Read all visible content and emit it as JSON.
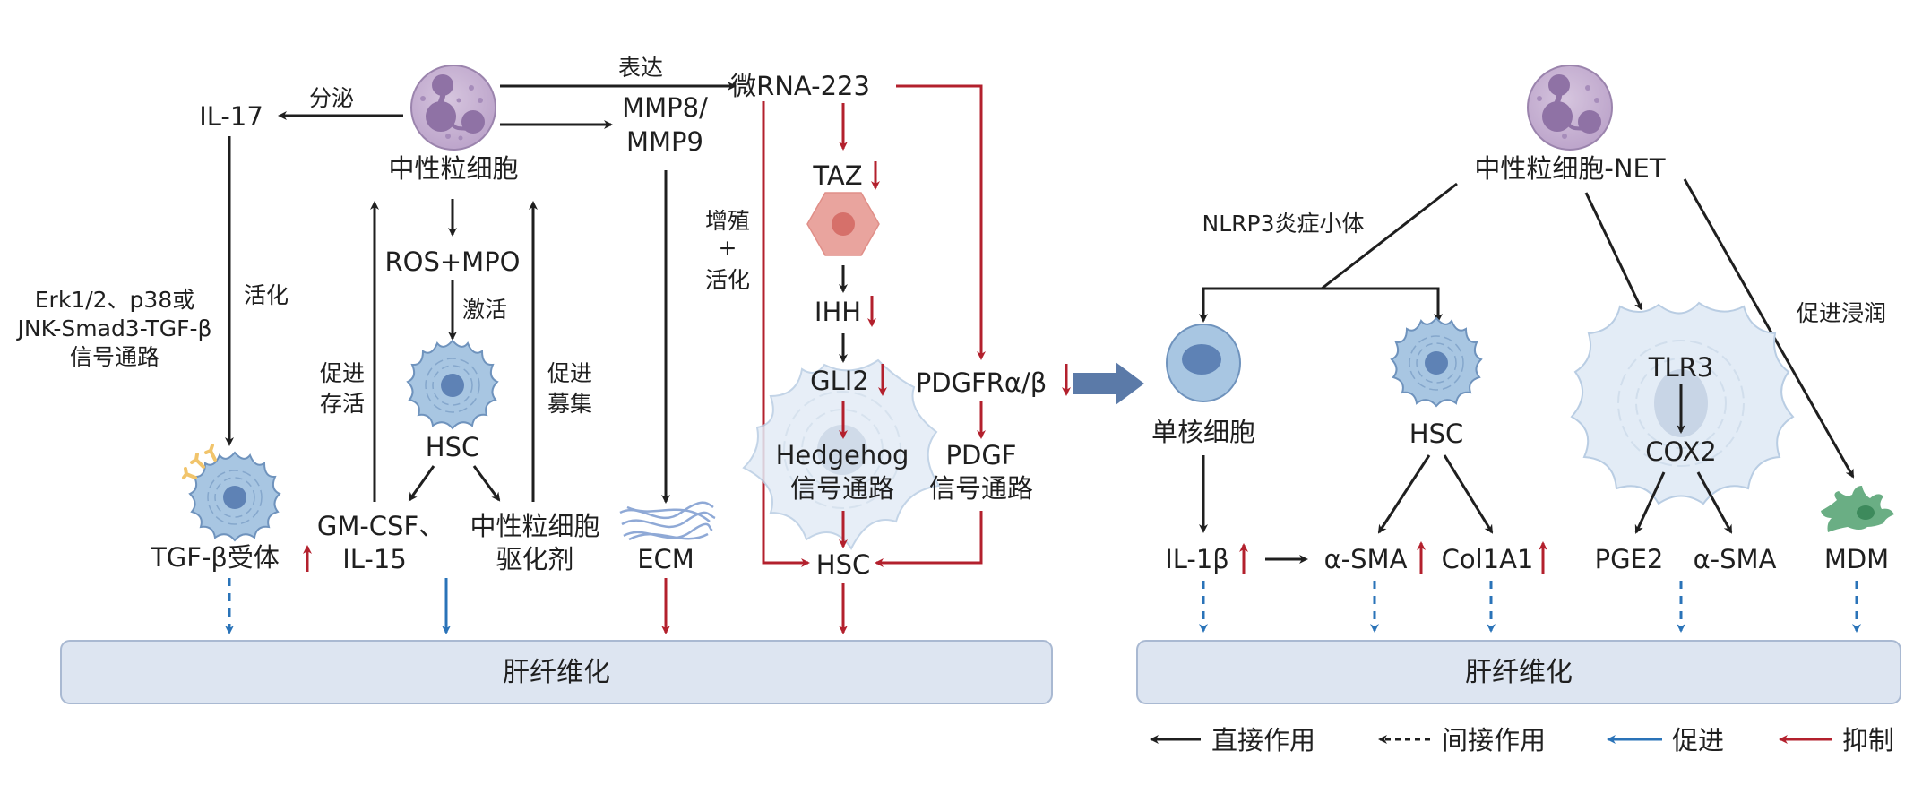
{
  "colors": {
    "direct": "#1f1f1f",
    "promote": "#2a73b8",
    "inhibit": "#b3202d",
    "outcome_bar": "#dde5f1",
    "outcome_bar_border": "#a9b9d2",
    "big_arrow": "#5b7aa8",
    "neutrophil": "#c9b4d3",
    "neutrophil_nucleus": "#8f72a5",
    "hsc_cell": "#a8c6e2",
    "hsc_nucleus": "#5e82b5",
    "hepatocyte": "#e9a49e",
    "mdm_cell": "#6aae84"
  },
  "left_panel": {
    "neutrophil_label": "中性粒细胞",
    "il17": "IL-17",
    "secrete_label": "分泌",
    "express_label": "表达",
    "mir223": "微RNA-223",
    "mmp_line1": "MMP8/",
    "mmp_line2": "MMP9",
    "activate_label": "活化",
    "pathway_line1": "Erk1/2、p38或",
    "pathway_line2": "JNK-Smad3-TGF-β",
    "pathway_line3": "信号通路",
    "tgfb_receptor": "TGF-β受体",
    "ros_mpo": "ROS+MPO",
    "stimulate_label": "激活",
    "hsc_label": "HSC",
    "promote_survival_1": "促进",
    "promote_survival_2": "存活",
    "promote_recruit_1": "促进",
    "promote_recruit_2": "募集",
    "gmcsf_line1": "GM-CSF、",
    "gmcsf_line2": "IL-15",
    "chemo_line1": "中性粒细胞",
    "chemo_line2": "驱化剂",
    "ecm": "ECM",
    "prolif_1": "增殖",
    "prolif_plus": "+",
    "prolif_2": "活化",
    "taz": "TAZ",
    "ihh": "IHH",
    "gli2": "GLI2",
    "pdgfr": "PDGFRα/β",
    "hedgehog_1": "Hedgehog",
    "hedgehog_2": "信号通路",
    "pdgf_1": "PDGF",
    "pdgf_2": "信号通路",
    "hsc_bottom": "HSC",
    "outcome": "肝纤维化"
  },
  "right_panel": {
    "net_label": "中性粒细胞-NET",
    "nlrp3_label": "NLRP3炎症小体",
    "infiltrate_label": "促进浸润",
    "monocyte_label": "单核细胞",
    "hsc_label": "HSC",
    "tlr3": "TLR3",
    "cox2": "COX2",
    "il1b": "IL-1β",
    "asma1": "α-SMA",
    "col1a1": "Col1A1",
    "pge2": "PGE2",
    "asma2": "α-SMA",
    "mdm": "MDM",
    "outcome": "肝纤维化"
  },
  "legend": [
    {
      "label": "直接作用",
      "style": "solid",
      "color": "#1f1f1f"
    },
    {
      "label": "间接作用",
      "style": "dashed",
      "color": "#1f1f1f"
    },
    {
      "label": "促进",
      "style": "solid",
      "color": "#2a73b8"
    },
    {
      "label": "抑制",
      "style": "solid",
      "color": "#b3202d"
    }
  ]
}
